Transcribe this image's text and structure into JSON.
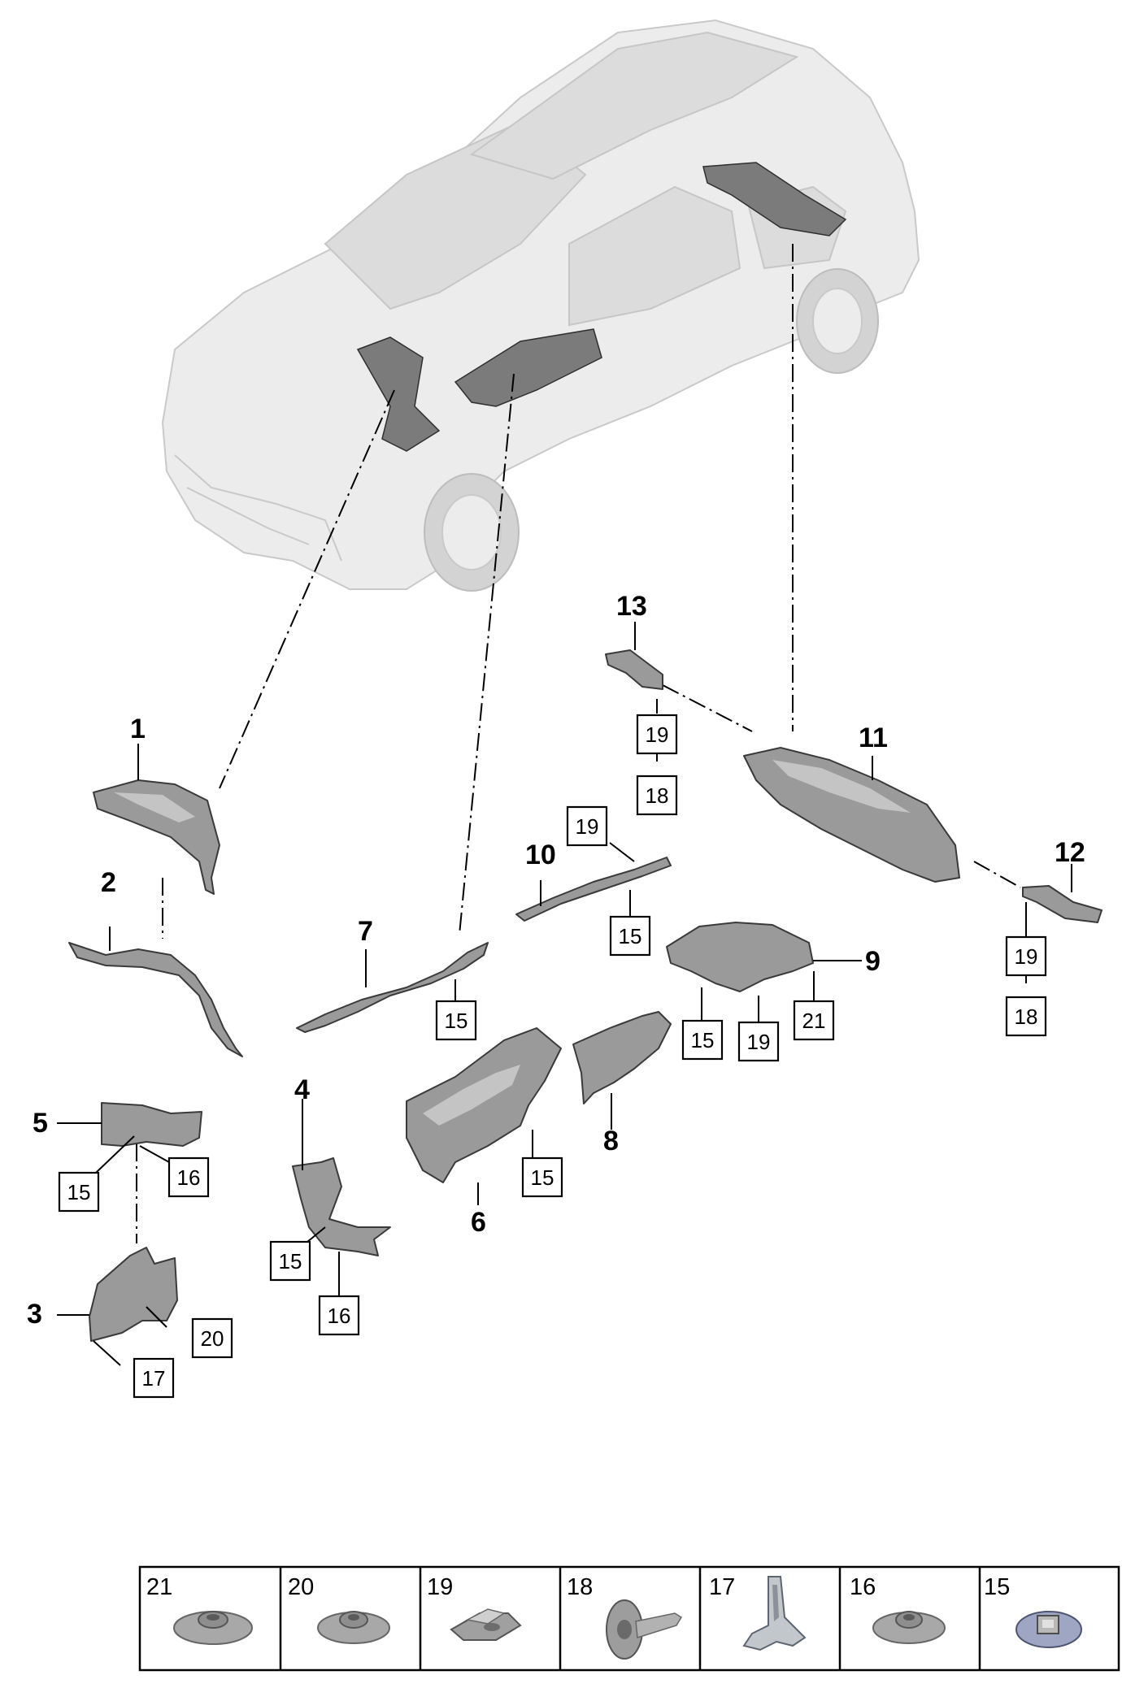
{
  "callouts": {
    "part_numbers": [
      "1",
      "2",
      "3",
      "4",
      "5",
      "6",
      "7",
      "8",
      "9",
      "10",
      "11",
      "12",
      "13"
    ],
    "box_1": "15",
    "box_2": "15",
    "box_3": "15",
    "box_4": "15",
    "box_5": "15",
    "box_6": "15",
    "box_7": "16",
    "box_8": "16",
    "box_9": "17",
    "box_10": "20",
    "box_11": "19",
    "box_12": "18",
    "box_13": "19",
    "box_14": "19",
    "box_15": "21",
    "box_16": "19",
    "box_17": "18"
  },
  "legend": {
    "items": [
      {
        "number": "21",
        "icon": "flanged-nut-icon"
      },
      {
        "number": "20",
        "icon": "flanged-nut-icon"
      },
      {
        "number": "19",
        "icon": "clip-nut-icon"
      },
      {
        "number": "18",
        "icon": "expanding-rivet-icon"
      },
      {
        "number": "17",
        "icon": "spring-clip-icon"
      },
      {
        "number": "16",
        "icon": "flanged-nut-icon"
      },
      {
        "number": "15",
        "icon": "speed-nut-icon"
      }
    ]
  }
}
